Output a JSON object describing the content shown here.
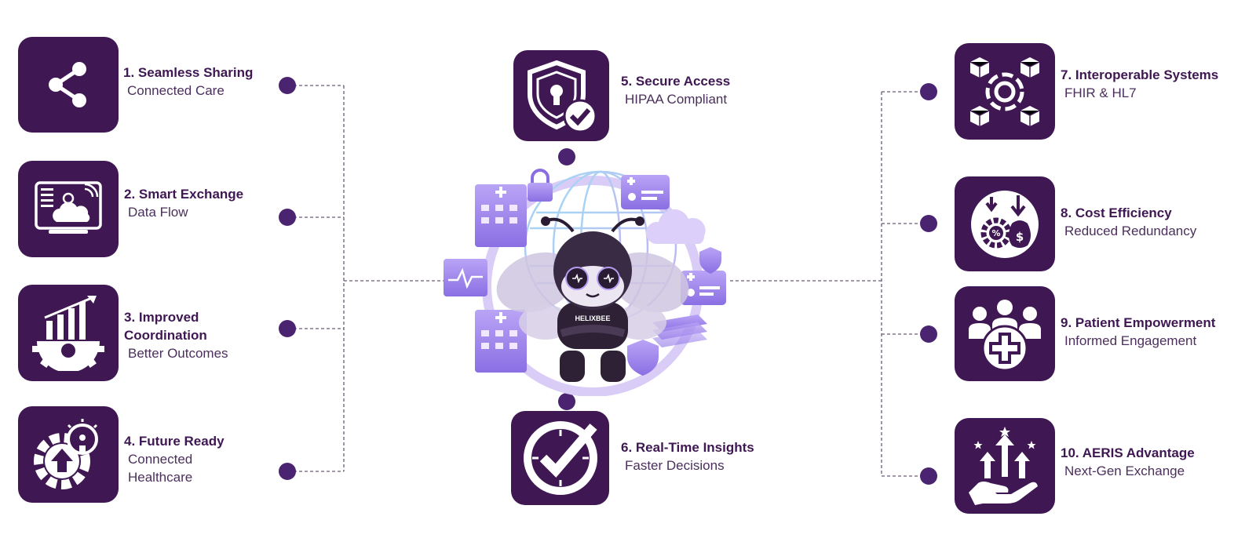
{
  "colors": {
    "tile": "#3f1753",
    "dot": "#4a2470",
    "line": "#6b5a78",
    "accent": "#8b6fe8"
  },
  "items": [
    {
      "title": "1. Seamless Sharing",
      "subtitle": "Connected Care",
      "icon": "share-icon"
    },
    {
      "title": "2. Smart Exchange",
      "subtitle": "Data Flow",
      "icon": "cloud-monitor-icon"
    },
    {
      "title": "3. Improved Coordination",
      "subtitle": "Better Outcomes",
      "icon": "growth-gear-icon"
    },
    {
      "title": "4. Future Ready",
      "subtitle": "Connected Healthcare",
      "icon": "gear-lightbulb-icon"
    },
    {
      "title": "5. Secure Access",
      "subtitle": "HIPAA Compliant",
      "icon": "shield-lock-icon"
    },
    {
      "title": "6. Real-Time Insights",
      "subtitle": "Faster Decisions",
      "icon": "clock-check-icon"
    },
    {
      "title": "7. Interoperable Systems",
      "subtitle": "FHIR & HL7",
      "icon": "network-cubes-icon"
    },
    {
      "title": "8. Cost Efficiency",
      "subtitle": "Reduced Redundancy",
      "icon": "cost-gear-icon"
    },
    {
      "title": "9. Patient Empowerment",
      "subtitle": "Informed Engagement",
      "icon": "people-plus-icon"
    },
    {
      "title": "10. AERIS Advantage",
      "subtitle": "Next-Gen Exchange",
      "icon": "hand-arrows-icon"
    }
  ],
  "mascot": {
    "badge": "HELIXBEE",
    "icon": "bee-mascot-icon"
  }
}
